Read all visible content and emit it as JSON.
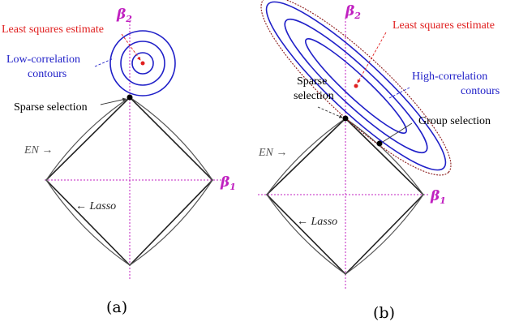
{
  "colors": {
    "axis": "#c020c0",
    "ls_label": "#e02020",
    "contour": "#2020c8",
    "lasso": "#222222",
    "en": "#555555",
    "ellipse_outline": "#8b1a1a"
  },
  "panel_a": {
    "caption": "(a)",
    "axis_beta1": "β",
    "axis_beta1_sub": "1",
    "axis_beta2": "β",
    "axis_beta2_sub": "2",
    "ls_label": "Least squares estimate",
    "contours_label_line1": "Low-correlation",
    "contours_label_line2": "contours",
    "sparse_label": "Sparse selection",
    "en_label": "EN →",
    "lasso_label": "← Lasso"
  },
  "panel_b": {
    "caption": "(b)",
    "axis_beta1": "β",
    "axis_beta1_sub": "1",
    "axis_beta2": "β",
    "axis_beta2_sub": "2",
    "ls_label": "Least squares estimate",
    "contours_label_line1": "High-correlation",
    "contours_label_line2": "contours",
    "sparse_label_line1": "Sparse",
    "sparse_label_line2": "selection",
    "group_label": "Group selection",
    "en_label": "EN →",
    "lasso_label": "← Lasso"
  }
}
